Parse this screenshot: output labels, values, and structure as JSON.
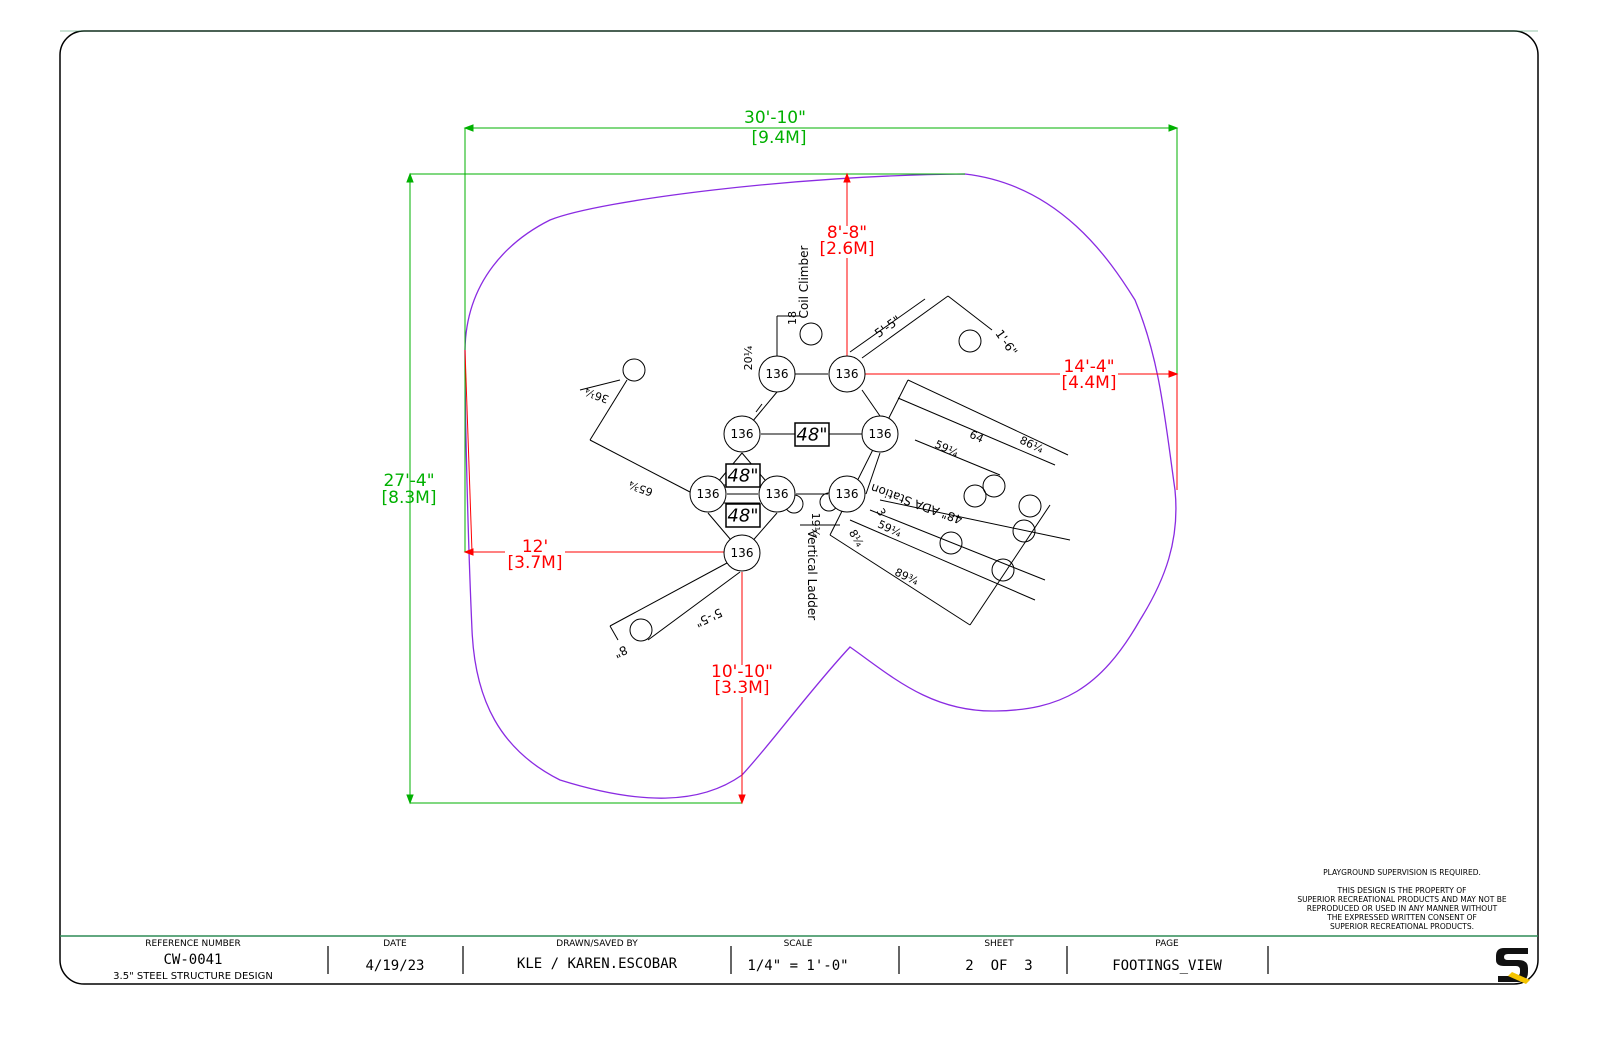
{
  "dimensions": {
    "overall_width": "30'-10\"",
    "overall_width_m": "[9.4M]",
    "overall_depth": "27'-4\"",
    "overall_depth_m": "[8.3M]",
    "top_offset": "8'-8\"",
    "top_offset_m": "[2.6M]",
    "right_offset": "14'-4\"",
    "right_offset_m": "[4.4M]",
    "left_offset": "12'",
    "left_offset_m": "[3.7M]",
    "bottom_offset": "10'-10\"",
    "bottom_offset_m": "[3.3M]"
  },
  "components": {
    "coil_climber": "Coil Climber",
    "vertical_ladder": "Vertical Ladder",
    "ada_station": "48\" ADA Station"
  },
  "posts": [
    "136",
    "136",
    "136",
    "136",
    "136",
    "136",
    "136",
    "136"
  ],
  "decks": [
    "48\"",
    "48\"",
    "48\""
  ],
  "detail_dims": {
    "d18": "18",
    "d20": "20¼",
    "d5_5": "5'-5\"",
    "d1_6": "1'-6\"",
    "d36": "36¼",
    "d65": "65¾",
    "d5_5b": "5'-5\"",
    "d8": "8\"",
    "d64": "64",
    "d86": "86¼",
    "d59a": "59¼",
    "d59b": "59¼",
    "d89": "89¾",
    "d19": "19¼",
    "d8q": "8¼",
    "d3": "3"
  },
  "notes": {
    "supervision": "PLAYGROUND SUPERVISION IS REQUIRED.",
    "property_1": "THIS DESIGN IS THE PROPERTY OF",
    "property_2": "SUPERIOR RECREATIONAL PRODUCTS AND MAY NOT BE",
    "property_3": "REPRODUCED OR USED IN ANY MANNER WITHOUT",
    "property_4": "THE EXPRESSED WRITTEN CONSENT OF",
    "property_5": "SUPERIOR RECREATIONAL PRODUCTS."
  },
  "title_block": {
    "reference_header": "REFERENCE NUMBER",
    "reference_value": "CW-0041",
    "reference_sub": "3.5\" STEEL STRUCTURE DESIGN",
    "date_header": "DATE",
    "date_value": "4/19/23",
    "drawn_header": "DRAWN/SAVED BY",
    "drawn_value": "KLE / KAREN.ESCOBAR",
    "scale_header": "SCALE",
    "scale_value": "1/4\" = 1'-0\"",
    "sheet_header": "SHEET",
    "sheet_value": "2  OF  3",
    "page_header": "PAGE",
    "page_value": "FOOTINGS_VIEW",
    "logo": "S"
  },
  "colors": {
    "overall_dim": "#00b000",
    "offset_dim": "#ff0000",
    "boundary": "#8a2be2",
    "frame_accent": "#2e8b57",
    "logo_yellow": "#f5c400"
  }
}
